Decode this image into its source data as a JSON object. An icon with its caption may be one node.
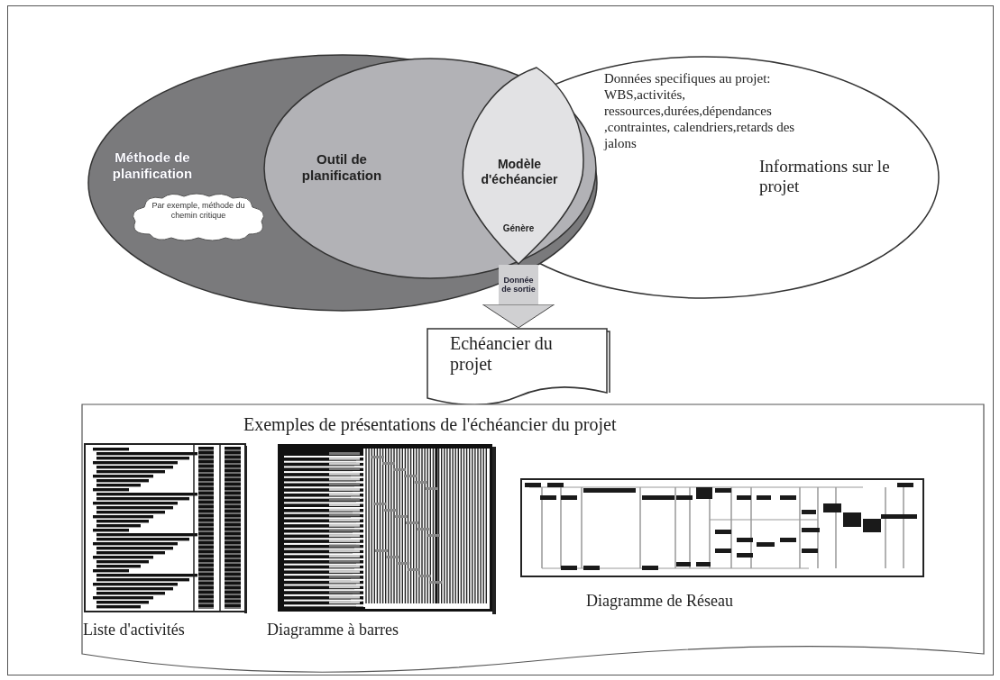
{
  "diagram": {
    "nodes": [
      {
        "text": [
          "Méthode de planification"
        ]
      },
      {
        "text": [
          "Par exemple, méthode du chemin critique"
        ],
        "in": 0
      },
      {
        "text": [
          "Outil de planification"
        ],
        "in": 0
      },
      {
        "text": [
          "Modèle d'échéancier",
          "Génère"
        ]
      },
      {
        "text": [
          "Données specifiques au projet: WBS,activités, ressources,durées,dépendances ,contraintes, calendriers,retards des jalons",
          "Informations sur le projet"
        ]
      },
      {
        "text": [
          "Echéancier du projet"
        ]
      },
      {
        "text": [
          "Exemples de présentations de l'échéancier du projet"
        ]
      }
    ],
    "edges": [
      {
        "from": 3,
        "to": 5,
        "arrow": "to",
        "label": "Donnée de sortie"
      }
    ],
    "labels": [
      "Liste d'activités",
      "Diagramme à barres",
      "Diagramme de Réseau"
    ]
  }
}
